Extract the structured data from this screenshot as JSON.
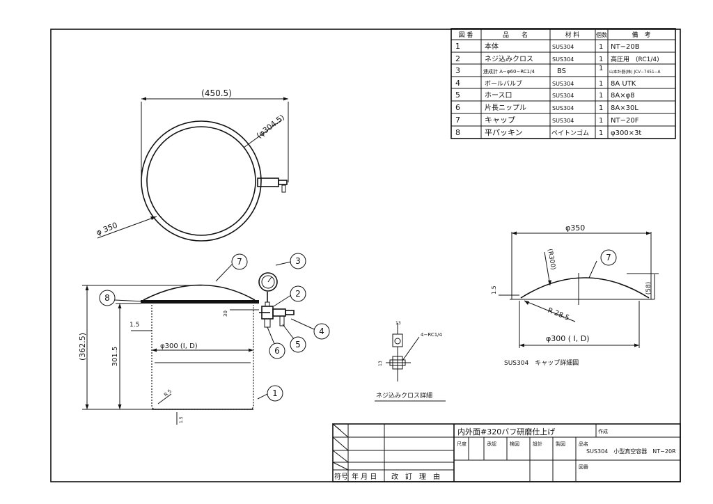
{
  "parts_table": {
    "headers": [
      "図 番",
      "品　　名",
      "材 料",
      "個数",
      "備　考"
    ],
    "rows": [
      {
        "no": "1",
        "name": "本体",
        "material": "SUS304",
        "qty": "1",
        "remark": "NT−20B"
      },
      {
        "no": "2",
        "name": "ネジ込みクロス",
        "material": "SUS304",
        "qty": "1",
        "remark": "高圧用　(RC1/4)"
      },
      {
        "no": "3",
        "name": "連成計 A−φ60−RC1/4",
        "material": "BS",
        "qty": "1",
        "remark": "山本計器(株) JCV−7451−A"
      },
      {
        "no": "4",
        "name": "ボールバルブ",
        "material": "SUS304",
        "qty": "1",
        "remark": "8A UTK"
      },
      {
        "no": "5",
        "name": "ホース口",
        "material": "SUS304",
        "qty": "1",
        "remark": "8A×φ8"
      },
      {
        "no": "6",
        "name": "片長ニップル",
        "material": "SUS304",
        "qty": "1",
        "remark": "8A×30L"
      },
      {
        "no": "7",
        "name": "キャップ",
        "material": "SUS304",
        "qty": "1",
        "remark": "NT−20F"
      },
      {
        "no": "8",
        "name": "平パッキン",
        "material": "ペイトンゴム",
        "qty": "1",
        "remark": "φ300×3t"
      }
    ]
  },
  "top_view": {
    "dim_width": "(450.5)",
    "dim_inner": "(φ304.5)",
    "dim_outer": "φ 350"
  },
  "side_view": {
    "dim_total_height": "(362.5)",
    "dim_body_height": "301.5",
    "dim_wall": "1.5",
    "dim_diameter": "φ300 (I, D)",
    "dim_radius": "R 5",
    "dim_bottom": "1.5",
    "dim_nipple": "30"
  },
  "balloons": [
    "1",
    "2",
    "3",
    "4",
    "5",
    "6",
    "7",
    "8"
  ],
  "cross_detail": {
    "port_label": "4−RC1/4",
    "dim_a": "13",
    "dim_b": "13",
    "title": "ネジ込みクロス詳細"
  },
  "cap_detail": {
    "dim_outer": "φ350",
    "dim_radius_large": "(R300)",
    "dim_radius_small": "R 28.5",
    "dim_edge": "1.5",
    "dim_height": "(58)",
    "dim_inner": "φ300 ( I, D)",
    "title": "SUS304　キャップ詳細図"
  },
  "title_block": {
    "finish_note": "内外面#320バフ研磨仕上げ",
    "author_label": "作成",
    "scale_label": "尺度",
    "approve_label": "承認",
    "check_label": "検図",
    "design_label": "設計",
    "draft_label": "製図",
    "name_label": "品名",
    "product_name": "SUS304　小型真空容器　NT−20R",
    "drawing_no_label": "図番",
    "revision_headers": [
      "符号",
      "年 月 日",
      "改　訂　理　由"
    ]
  }
}
